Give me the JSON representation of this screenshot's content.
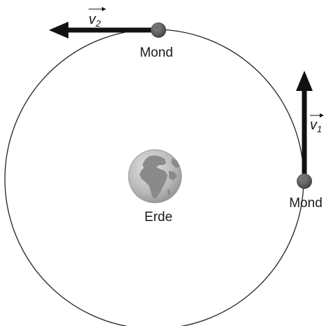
{
  "diagram": {
    "earth": {
      "label": "Erde"
    },
    "moon_top": {
      "label": "Mond",
      "vector": {
        "letter": "v",
        "subscript": "2"
      }
    },
    "moon_right": {
      "label": "Mond",
      "vector": {
        "letter": "v",
        "subscript": "1"
      }
    }
  },
  "colors": {
    "orbit": "#222222",
    "arrow": "#111111",
    "earth_ocean": "#b9b9b9",
    "earth_land": "#8a8a8a",
    "moon": "#5a5a5a"
  }
}
